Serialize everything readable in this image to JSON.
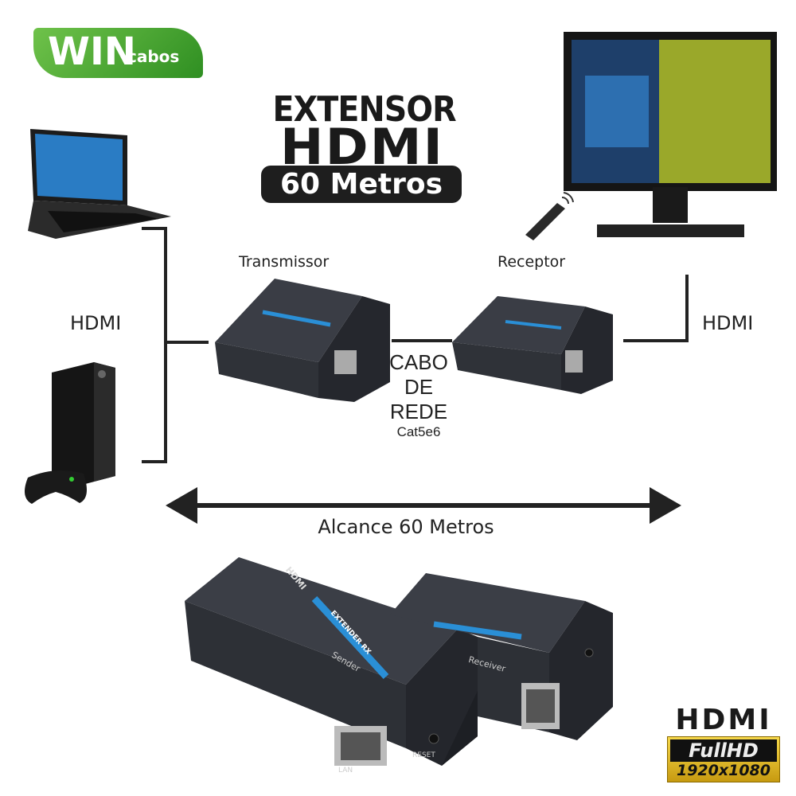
{
  "logo": {
    "brand_main": "WIN",
    "brand_sub": "cabos"
  },
  "title": {
    "line1": "EXTENSOR",
    "line2": "HDMI",
    "badge": "60 Metros"
  },
  "labels": {
    "hdmi_left": "HDMI",
    "hdmi_right": "HDMI",
    "transmitter": "Transmissor",
    "receiver": "Receptor",
    "cable_line1": "CABO",
    "cable_line2": "DE",
    "cable_line3": "REDE",
    "cable_type": "Cat5e6",
    "range": "Alcance 60 Metros"
  },
  "device_text": {
    "brand": "HDMI",
    "model": "EXTENDER RX",
    "receiver": "Receiver",
    "sender": "Sender",
    "port": "LAN",
    "reset": "RESET"
  },
  "hdmi_badge": {
    "logo": "HDMI",
    "full_hd": "FullHD",
    "resolution": "1920x1080"
  }
}
